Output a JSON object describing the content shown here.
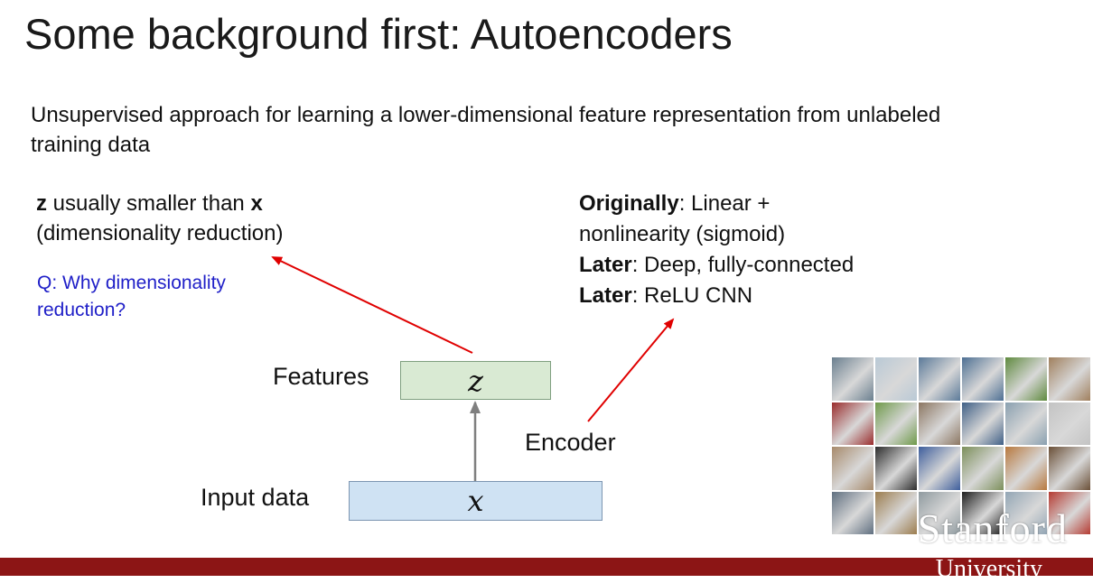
{
  "title": "Some background first: Autoencoders",
  "subtitle": "Unsupervised approach for learning a lower-dimensional feature representation from unlabeled training data",
  "left_note": {
    "bold_z": "z",
    "text1": " usually smaller than ",
    "bold_x": "x",
    "line2": "(dimensionality reduction)"
  },
  "question": {
    "line1": "Q: Why dimensionality",
    "line2": "reduction?"
  },
  "right_note": {
    "l1_bold": "Originally",
    "l1_text": ": Linear +",
    "l2_text": "nonlinearity (sigmoid)",
    "l3_bold": "Later",
    "l3_text": ": Deep, fully-connected",
    "l4_bold": "Later",
    "l4_text": ": ReLU CNN"
  },
  "diagram": {
    "features_label": "Features",
    "features_symbol": "z",
    "encoder_label": "Encoder",
    "input_label": "Input data",
    "input_symbol": "x"
  },
  "thumbnails": {
    "colors": [
      "#6a7f8f",
      "#b9c9d6",
      "#5b7a99",
      "#4d6f93",
      "#5f8a3e",
      "#a0805e",
      "#9a2c2c",
      "#6f9a4a",
      "#8c7762",
      "#3f5f86",
      "#8aa0b0",
      "#c3c3c3",
      "#a78a6b",
      "#2d2d2d",
      "#3e5e9c",
      "#7c8f5a",
      "#b8793e",
      "#6b5038",
      "#5f6f80",
      "#9c7d4e",
      "#8f9a9f",
      "#1e1e1e",
      "#93a6b5",
      "#b53b32"
    ]
  },
  "overlay_text": "Stanford",
  "footer_text": "University",
  "colors": {
    "arrow_red": "#e00000",
    "arrow_gray": "#7f7f7f",
    "question_blue": "#2020c8",
    "footer": "#8c1515"
  }
}
